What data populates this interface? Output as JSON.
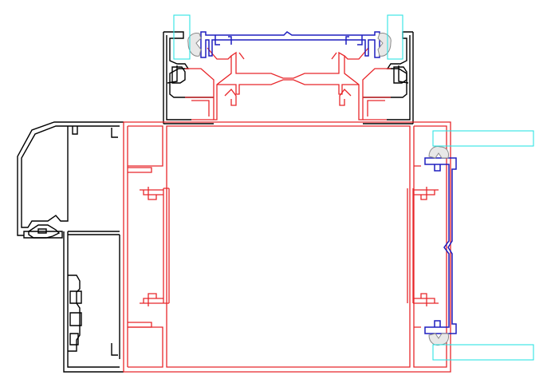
{
  "colors": {
    "background": "#ffffff",
    "frame_outline": "#000000",
    "mullion_profile": "#e8262a",
    "glazing_bead": "#1f1fbf",
    "glass_pane": "#2fe3e3",
    "gasket_fill": "#e8e8e8",
    "gasket_stroke": "#8a8a8a"
  },
  "components": [
    {
      "id": "frame",
      "icon": "black-outline-profile"
    },
    {
      "id": "mullion",
      "icon": "red-outline-profile"
    },
    {
      "id": "bead",
      "icon": "blue-outline-profile"
    },
    {
      "id": "glass",
      "icon": "cyan-rectangle"
    },
    {
      "id": "gasket",
      "icon": "grey-seal"
    }
  ]
}
